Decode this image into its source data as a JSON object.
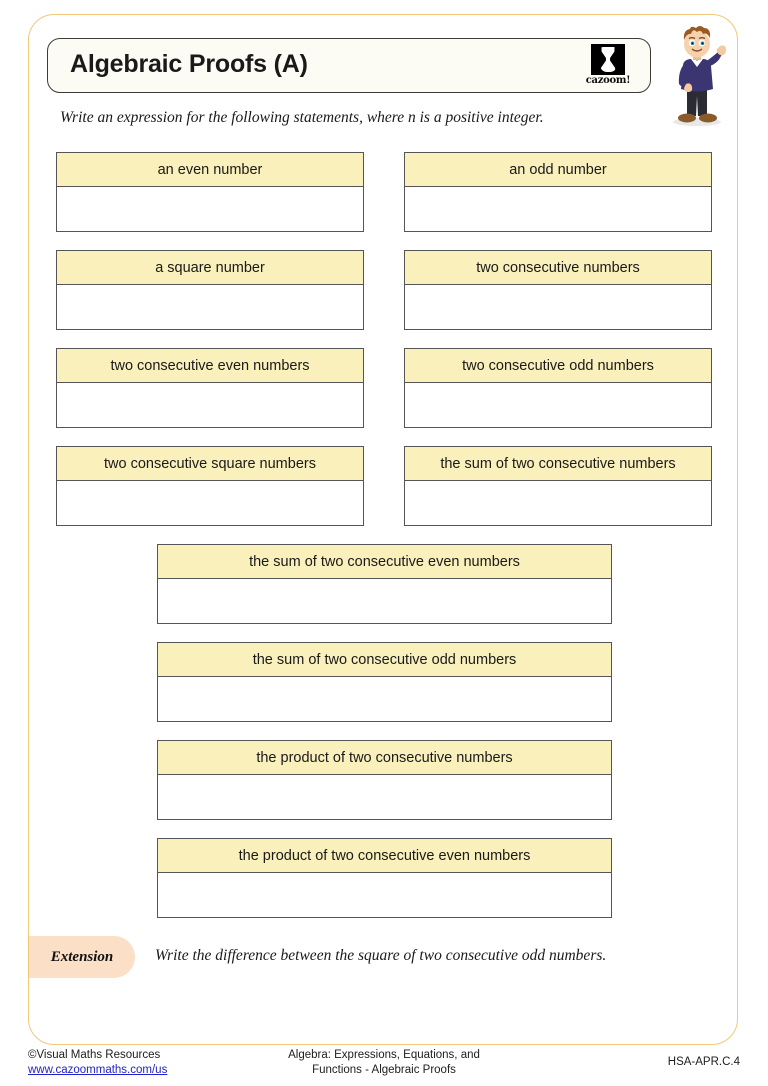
{
  "header": {
    "title": "Algebraic Proofs (A)",
    "logo_word": "cazoom!",
    "logo_icon": "cazoom-hourglass-mark",
    "mascot_icon": "boy-mascot-pointing"
  },
  "instruction": "Write an expression for the following statements, where n is a positive integer.",
  "questions_two_column": [
    {
      "left": "an even number",
      "right": "an odd number"
    },
    {
      "left": "a square number",
      "right": "two consecutive numbers"
    },
    {
      "left": "two consecutive even numbers",
      "right": "two consecutive odd numbers"
    },
    {
      "left": "two consecutive square numbers",
      "right": "the sum of two consecutive numbers"
    }
  ],
  "questions_wide": [
    "the sum of two consecutive even numbers",
    "the sum of two consecutive odd numbers",
    "the product of two consecutive numbers",
    "the product of two consecutive even numbers"
  ],
  "extension": {
    "label": "Extension",
    "text": "Write the difference between the square of two consecutive odd numbers."
  },
  "footer": {
    "copyright": "©Visual Maths Resources",
    "website": "www.cazoommaths.com/us",
    "topic_line1": "Algebra: Expressions, Equations, and",
    "topic_line2": "Functions - Algebraic Proofs",
    "standard_code": "HSA-APR.C.4"
  },
  "colors": {
    "header_fill": "#FAF0BC",
    "box_border": "#555555",
    "page_border": "#F0C87A",
    "extension_pill": "#FBDFC6",
    "link": "#2222cc"
  }
}
